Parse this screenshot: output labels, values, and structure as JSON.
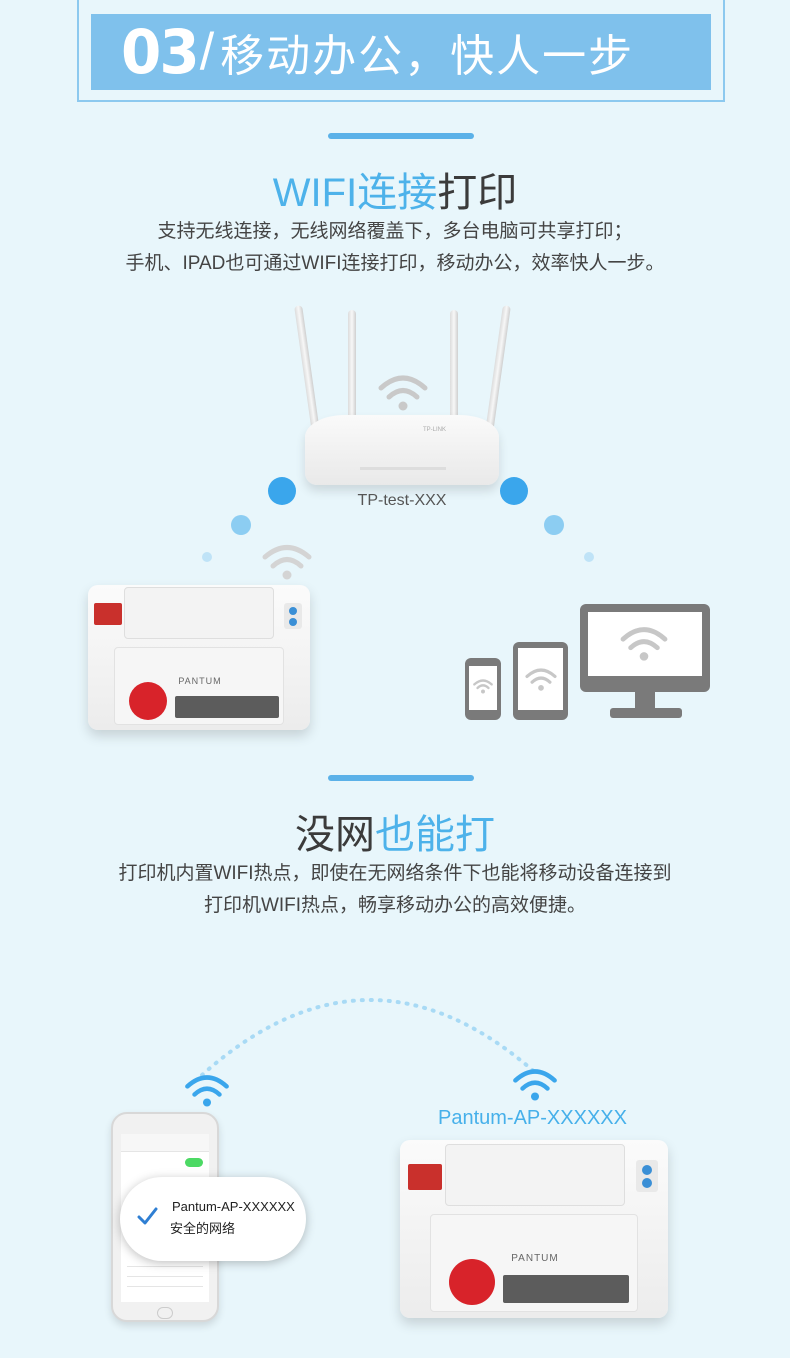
{
  "banner": {
    "number": "03",
    "slash": "/",
    "title": "移动办公，快人一步"
  },
  "section1": {
    "title_blue": "WIFI连接",
    "title_dark": "打印",
    "line1": "支持无线连接，无线网络覆盖下，多台电脑可共享打印；",
    "line2": "手机、IPAD也可通过WIFI连接打印，移动办公，效率快人一步。",
    "router_label": "TP-test-XXX",
    "router_brand": "TP-LINK",
    "printer_brand": "PANTUM"
  },
  "section2": {
    "title_dark": "没网",
    "title_blue": "也能打",
    "line1": "打印机内置WIFI热点，即使在无网络条件下也能将移动设备连接到",
    "line2": "打印机WIFI热点，畅享移动办公的高效便捷。",
    "ap_label": "Pantum-AP-XXXXXX",
    "bubble_name": "Pantum-AP-XXXXXX",
    "bubble_sub": "安全的网络",
    "printer_brand": "PANTUM"
  },
  "colors": {
    "accent": "#4db2ea",
    "banner": "#7fc1ec",
    "background": "#e8f6fb"
  },
  "icons": [
    "wifi-icon",
    "check-icon"
  ]
}
